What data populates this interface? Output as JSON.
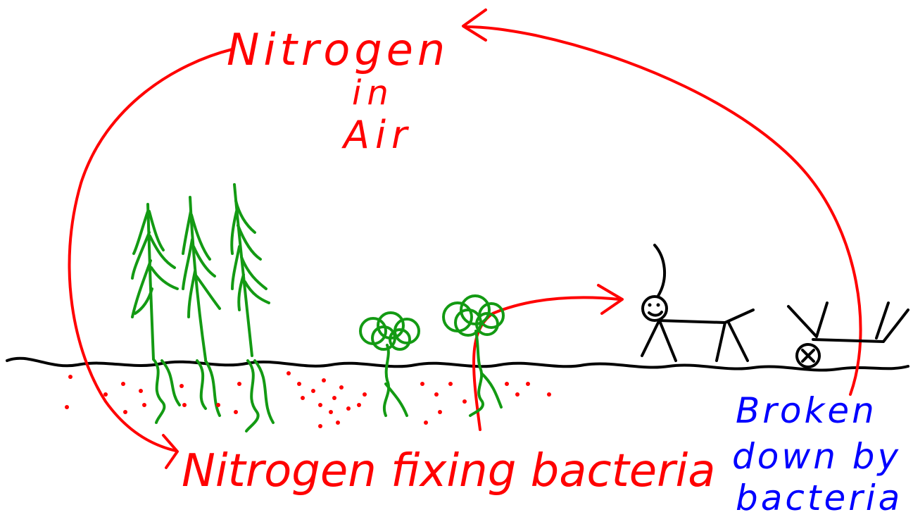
{
  "labels": {
    "nitrogen_line1": "Nitrogen",
    "nitrogen_line2": "in",
    "nitrogen_line3": "Air",
    "fixing": "Nitrogen fixing bacteria",
    "broken_line1": "Broken",
    "broken_line2": "down by",
    "broken_line3": "bacteria"
  },
  "colors": {
    "arrows": "#ff0000",
    "plants": "#139a13",
    "ground_and_animals": "#000000",
    "decomposition_text": "#0000ff"
  }
}
